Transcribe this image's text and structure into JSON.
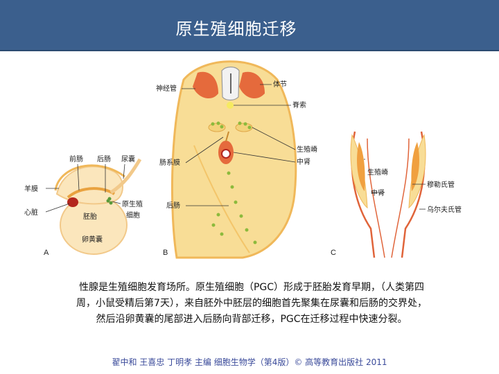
{
  "header": {
    "title": "原生殖细胞迁移"
  },
  "figure": {
    "panels": [
      "A",
      "B",
      "C"
    ],
    "labels_a": {
      "foregut": "前肠",
      "hindgut": "后肠",
      "allantois": "尿囊",
      "amnion": "羊膜",
      "heart": "心脏",
      "embryo": "胚胎",
      "pgc_line1": "原生殖",
      "pgc_line2": "细胞",
      "yolk_sac": "卵黄囊"
    },
    "labels_b": {
      "neural_tube": "神经管",
      "somite": "体节",
      "notochord": "脊索",
      "genital_ridge": "生殖嵴",
      "mesonephros": "中肾",
      "mesentery": "肠系膜",
      "hindgut": "后肠"
    },
    "labels_c": {
      "genital_ridge": "生殖嵴",
      "mesonephros": "中肾",
      "mullerian_duct": "穆勒氏管",
      "wolffian_duct": "乌尔夫氏管"
    }
  },
  "caption": {
    "line1": "性腺是生殖细胞发育场所。原生殖细胞（PGC）形成于胚胎发育早期，（人类第四",
    "line2": "周，小鼠受精后第7天），来自胚外中胚层的细胞首先聚集在尿囊和后肠的交界处，",
    "line3": "然后沿卵黄囊的尾部进入后肠向背部迁移，PGC在迁移过程中快速分裂。"
  },
  "source": "翟中和 王喜忠 丁明孝 主编 细胞生物学（第4版）© 高等教育出版社 2011"
}
